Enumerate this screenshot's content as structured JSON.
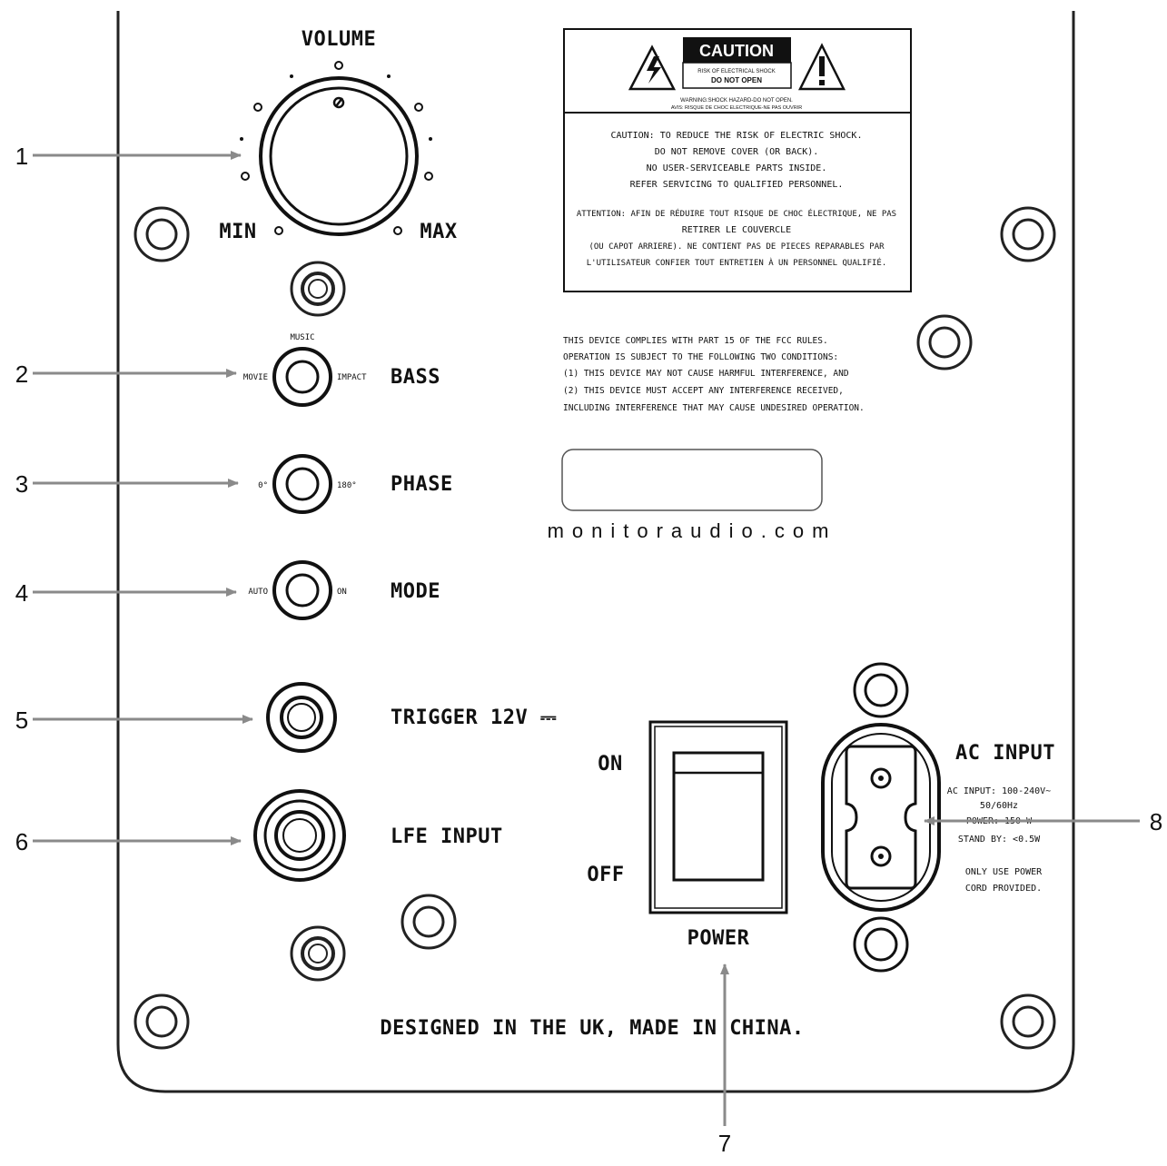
{
  "callouts": [
    "1",
    "2",
    "3",
    "4",
    "5",
    "6",
    "7",
    "8"
  ],
  "volume": {
    "title": "VOLUME",
    "min": "MIN",
    "max": "MAX"
  },
  "bass": {
    "label": "BASS",
    "left": "MOVIE",
    "top": "MUSIC",
    "right": "IMPACT"
  },
  "phase": {
    "label": "PHASE",
    "left": "0°",
    "right": "180°"
  },
  "mode": {
    "label": "MODE",
    "left": "AUTO",
    "right": "ON"
  },
  "trigger": {
    "label": "TRIGGER 12V ⎓"
  },
  "lfe": {
    "label": "LFE INPUT"
  },
  "power": {
    "label": "POWER",
    "on": "ON",
    "off": "OFF"
  },
  "ac": {
    "title": "AC INPUT",
    "spec_lines": [
      "AC INPUT: 100-240V~",
      "50/60Hz",
      "POWER: 150 W",
      "STAND BY: <0.5W"
    ],
    "note_lines": [
      "ONLY USE POWER",
      "CORD PROVIDED."
    ]
  },
  "caution": {
    "header": "CAUTION",
    "sub1": "RISK OF ELECTRICAL SHOCK",
    "sub2": "DO NOT OPEN",
    "warn1": "WARNING:SHOCK HAZARD-DO NOT OPEN.",
    "warn2": "AVIS: RISQUE DE CHOC ELECTRIQUE-NE PAS OUVRIR",
    "en_lines": [
      "CAUTION: TO REDUCE THE RISK OF ELECTRIC SHOCK.",
      "DO NOT REMOVE COVER (OR BACK).",
      "NO USER-SERVICEABLE PARTS INSIDE.",
      "REFER SERVICING TO QUALIFIED PERSONNEL."
    ],
    "fr_lines": [
      "ATTENTION: AFIN DE RÉDUIRE TOUT RISQUE DE CHOC ÉLECTRIQUE, NE PAS",
      "RETIRER LE COUVERCLE",
      "(OU CAPOT ARRIERE). NE CONTIENT PAS DE PIECES REPARABLES PAR",
      "L'UTILISATEUR CONFIER TOUT ENTRETIEN À UN PERSONNEL QUALIFIÉ."
    ]
  },
  "fcc_lines": [
    "THIS DEVICE COMPLIES WITH PART 15 OF THE FCC RULES.",
    "OPERATION IS SUBJECT TO THE FOLLOWING TWO CONDITIONS:",
    "(1) THIS DEVICE MAY NOT CAUSE HARMFUL INTERFERENCE, AND",
    "(2) THIS DEVICE MUST ACCEPT ANY INTERFERENCE RECEIVED,",
    "INCLUDING INTERFERENCE THAT MAY CAUSE UNDESIRED OPERATION."
  ],
  "website": "monitoraudio.com",
  "footer": "DESIGNED IN THE UK, MADE IN CHINA."
}
